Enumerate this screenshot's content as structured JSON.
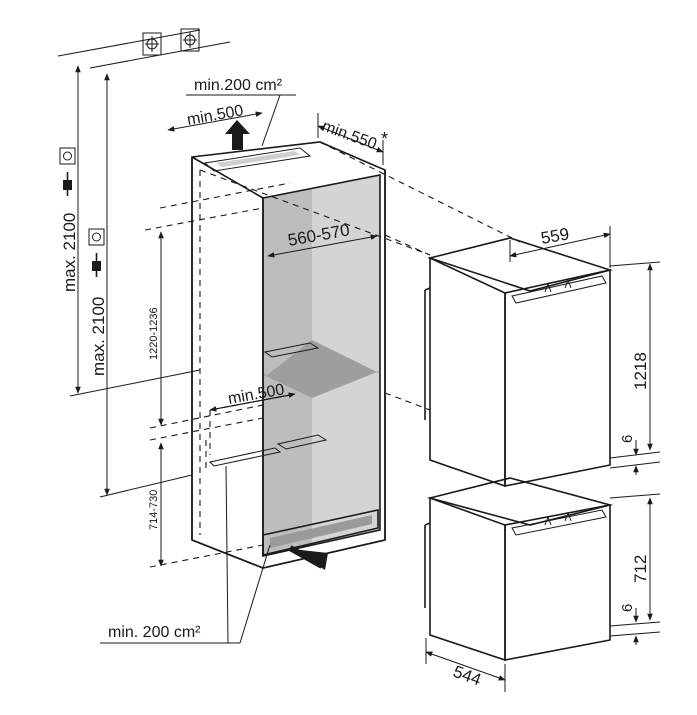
{
  "labels": {
    "min_200_top": "min.200 cm²",
    "min_500_top": "min.500",
    "min_550": "min.550",
    "asterisk": "*",
    "max_2100_a": "max. 2100",
    "max_2100_b": "max. 2100",
    "niche_width": "560-570",
    "niche_height": "1220-1236",
    "shelf_min_500": "min.500",
    "lower_height": "714-730",
    "min_200_bottom": "min. 200 cm²",
    "width_559": "559",
    "height_1218": "1218",
    "gap_6_upper": "6",
    "height_712": "712",
    "gap_6_lower": "6",
    "depth_544": "544"
  }
}
